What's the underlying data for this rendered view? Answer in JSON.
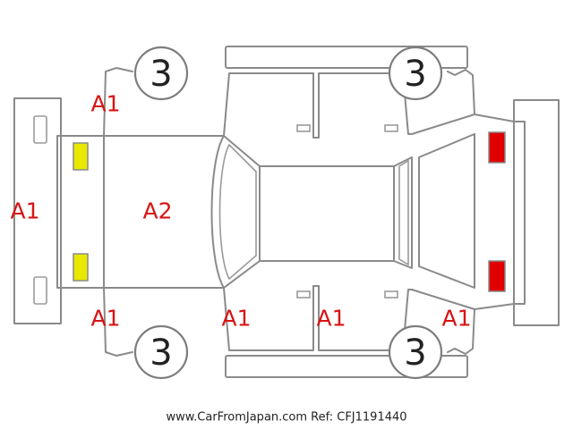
{
  "colors": {
    "outline": "#8a8a8a",
    "damage_code": "#d81414",
    "front_lamp": "#e8e800",
    "rear_lamp": "#e00000",
    "wheel_number": "#222222"
  },
  "wheels": [
    {
      "id": "front-left",
      "value": "3"
    },
    {
      "id": "rear-left",
      "value": "3"
    },
    {
      "id": "front-right",
      "value": "3"
    },
    {
      "id": "rear-right",
      "value": "3"
    }
  ],
  "damage_codes": [
    {
      "id": "front-left-fender",
      "code": "A1"
    },
    {
      "id": "front-bumper",
      "code": "A1"
    },
    {
      "id": "hood",
      "code": "A2"
    },
    {
      "id": "front-right-fender",
      "code": "A1"
    },
    {
      "id": "front-right-door",
      "code": "A1"
    },
    {
      "id": "rear-right-door",
      "code": "A1"
    },
    {
      "id": "rear-right-quarter",
      "code": "A1"
    }
  ],
  "lamps": [
    {
      "id": "headlamp-left",
      "icon": "front-lamp-icon"
    },
    {
      "id": "headlamp-right",
      "icon": "front-lamp-icon"
    },
    {
      "id": "taillamp-left",
      "icon": "rear-lamp-icon"
    },
    {
      "id": "taillamp-right",
      "icon": "rear-lamp-icon"
    }
  ],
  "footer": {
    "text": "www.CarFromJapan.com Ref: CFJ1191440"
  }
}
